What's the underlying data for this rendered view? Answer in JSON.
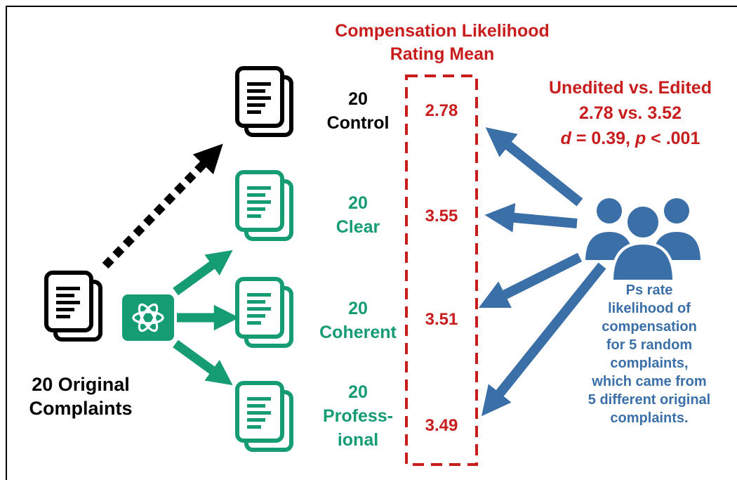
{
  "header": {
    "line1": "Compensation Likelihood",
    "line2": "Rating Mean"
  },
  "source": {
    "line1": "20 Original",
    "line2": "Complaints"
  },
  "conditions": [
    {
      "count": "20",
      "name": "Control",
      "mean": "2.78",
      "color": "#000000"
    },
    {
      "count": "20",
      "name": "Clear",
      "mean": "3.55",
      "color": "#169c73"
    },
    {
      "count": "20",
      "name": "Coherent",
      "mean": "3.51",
      "color": "#169c73"
    },
    {
      "count": "20",
      "name_line1": "Profess-",
      "name_line2": "ional",
      "mean": "3.49",
      "color": "#169c73"
    }
  ],
  "stats": {
    "title": "Unedited vs. Edited",
    "comparison": "2.78 vs. 3.52",
    "d_symbol": "d",
    "d_value": " = 0.39, ",
    "p_symbol": "p",
    "p_value": " < .001"
  },
  "participants": {
    "lines": [
      "Ps rate",
      "likelihood of",
      "compensation",
      "for 5 random",
      "complaints,",
      "which came from",
      "5 different original",
      "complaints."
    ]
  },
  "icons": {
    "document": "document-stack-icon",
    "ai": "openai-logo-icon",
    "people": "people-group-icon"
  },
  "colors": {
    "red": "#c81d1d",
    "green": "#169c73",
    "blue": "#3b6fa8",
    "black": "#000000"
  }
}
